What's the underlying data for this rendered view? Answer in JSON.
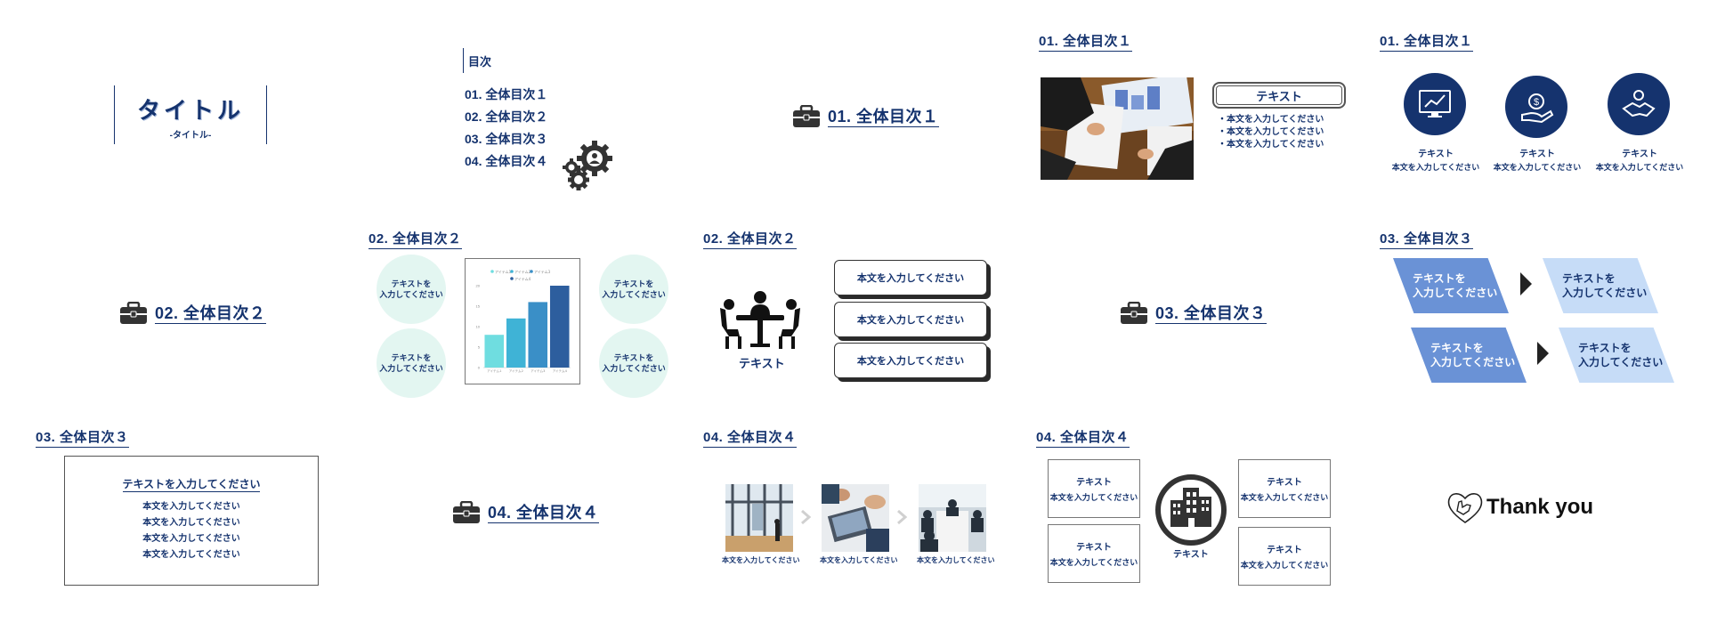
{
  "slide1": {
    "title": "タイトル",
    "subtitle": "-タイトル-"
  },
  "toc": {
    "heading": "目次",
    "items": [
      "01. 全体目次１",
      "02. 全体目次２",
      "03. 全体目次３",
      "04. 全体目次４"
    ]
  },
  "section1": {
    "label": "01. 全体目次１"
  },
  "slide4": {
    "heading": "01. 全体目次１",
    "badge": "テキスト",
    "bullets": [
      "・本文を入力してください",
      "・本文を入力してください",
      "・本文を入力してください"
    ]
  },
  "slide5": {
    "heading": "01. 全体目次１",
    "items": [
      {
        "title": "テキスト",
        "body": "本文を入力してください",
        "icon": "chart-monitor-icon"
      },
      {
        "title": "テキスト",
        "body": "本文を入力してください",
        "icon": "coin-hand-icon"
      },
      {
        "title": "テキスト",
        "body": "本文を入力してください",
        "icon": "handshake-icon"
      }
    ]
  },
  "section2": {
    "label": "02. 全体目次２"
  },
  "slide7": {
    "heading": "02. 全体目次２",
    "circles": [
      "テキストを\n入力してください",
      "テキストを\n入力してください",
      "テキストを\n入力してください",
      "テキストを\n入力してください"
    ]
  },
  "chart_data": {
    "type": "bar",
    "categories": [
      "アイテム1",
      "アイテム2",
      "アイテム3",
      "アイテム4"
    ],
    "series": [
      {
        "name": "",
        "values": [
          8,
          12,
          16,
          20
        ]
      }
    ],
    "legend": [
      "アイテム1",
      "アイテム2",
      "アイテム3",
      "アイテム4"
    ],
    "ylim": [
      0,
      20
    ],
    "yticks": [
      0,
      5,
      10,
      15,
      20
    ],
    "colors": [
      "#6fdde0",
      "#3fb3d6",
      "#3a8fc7",
      "#2d5e9e"
    ],
    "legend_position": "top"
  },
  "slide8": {
    "heading": "02. 全体目次２",
    "caption": "テキスト",
    "boxes": [
      "本文を入力してください",
      "本文を入力してください",
      "本文を入力してください"
    ]
  },
  "section3": {
    "label": "03. 全体目次３"
  },
  "slide10": {
    "heading": "03. 全体目次３",
    "shapes": [
      "テキストを\n入力してください",
      "テキストを\n入力してください",
      "テキストを\n入力してください",
      "テキストを\n入力してください"
    ]
  },
  "slide11": {
    "heading": "03. 全体目次３",
    "title": "テキストを入力してください",
    "lines": [
      "本文を入力してください",
      "本文を入力してください",
      "本文を入力してください",
      "本文を入力してください"
    ]
  },
  "section4": {
    "label": "04. 全体目次４"
  },
  "slide13": {
    "heading": "04. 全体目次４",
    "captions": [
      "本文を入力してください",
      "本文を入力してください",
      "本文を入力してください"
    ]
  },
  "slide14": {
    "heading": "04. 全体目次４",
    "center_label": "テキスト",
    "cards": [
      {
        "title": "テキスト",
        "body": "本文を入力してください"
      },
      {
        "title": "テキスト",
        "body": "本文を入力してください"
      },
      {
        "title": "テキスト",
        "body": "本文を入力してください"
      },
      {
        "title": "テキスト",
        "body": "本文を入力してください"
      }
    ]
  },
  "slide15": {
    "text": "Thank you"
  }
}
